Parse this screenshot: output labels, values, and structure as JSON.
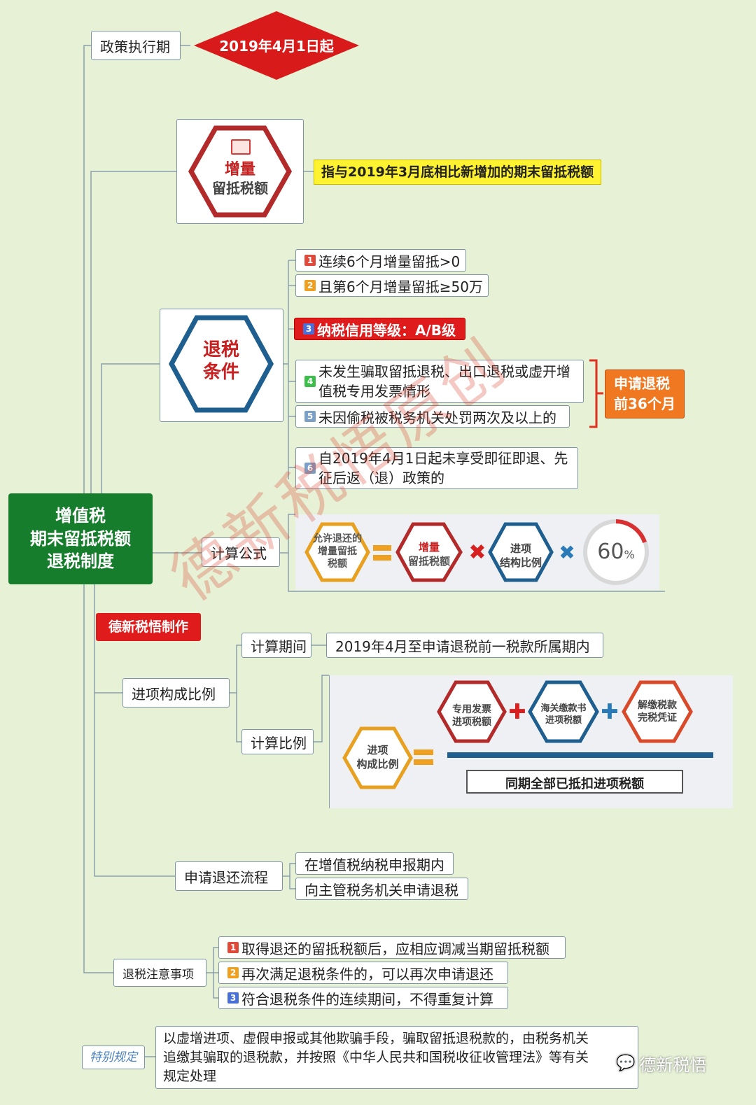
{
  "root": {
    "line1": "增值税",
    "line2": "期末留抵税额",
    "line3": "退税制度"
  },
  "policy": {
    "label": "政策执行期",
    "date": "2019年4月1日起"
  },
  "increment": {
    "hex_line1": "增量",
    "hex_line2": "留抵税额",
    "definition": "指与2019年3月底相比新增加的期末留抵税额"
  },
  "conditions": {
    "hex_line1": "退税",
    "hex_line2": "条件",
    "items": [
      {
        "num": "1",
        "text": "连续6个月增量留抵>0"
      },
      {
        "num": "2",
        "text": "且第6个月增量留抵≥50万"
      },
      {
        "num": "3",
        "text": "纳税信用等级：A/B级"
      },
      {
        "num": "4",
        "text_line1": "未发生骗取留抵退税、出口退税或虚开增",
        "text_line2": "值税专用发票情形"
      },
      {
        "num": "5",
        "text": "未因偷税被税务机关处罚两次及以上的"
      },
      {
        "num": "6",
        "text_line1": "自2019年4月1日起未享受即征即退、先",
        "text_line2": "征后返（退）政策的"
      }
    ],
    "bracket_line1": "申请退税",
    "bracket_line2": "前36个月"
  },
  "formula": {
    "label": "计算公式",
    "hex1": [
      "允许退还的",
      "增量留抵",
      "税额"
    ],
    "hex2": [
      "增量",
      "留抵税额"
    ],
    "hex3": [
      "进项",
      "结构比例"
    ],
    "percent": "60",
    "percent_unit": "%"
  },
  "tag": "德新税悟制作",
  "ratio": {
    "label": "进项构成比例",
    "period_label": "计算期间",
    "period_value": "2019年4月至申请退税前一税款所属期内",
    "calc_label": "计算比例",
    "left_hex": [
      "进项",
      "构成比例"
    ],
    "hex_a": [
      "专用发票",
      "进项税额"
    ],
    "hex_b": [
      "海关缴款书",
      "进项税额"
    ],
    "hex_c": [
      "解缴税款",
      "完税凭证"
    ],
    "denominator": "同期全部已抵扣进项税额"
  },
  "process": {
    "label": "申请退还流程",
    "step1": "在增值税纳税申报期内",
    "step2": "向主管税务机关申请退税"
  },
  "notes": {
    "label": "退税注意事项",
    "items": [
      {
        "num": "1",
        "text": "取得退还的留抵税额后，应相应调减当期留抵税额"
      },
      {
        "num": "2",
        "text": "再次满足退税条件的，可以再次申请退还"
      },
      {
        "num": "3",
        "text": "符合退税条件的连续期间，不得重复计算"
      }
    ]
  },
  "special": {
    "label": "特别规定",
    "line1": "以虚增进项、虚假申报或其他欺骗手段，骗取留抵退税款的，由税务机关",
    "line2": "追缴其骗取的退税款，并按照《中华人民共和国税收征收管理法》等有关",
    "line3": "规定处理"
  },
  "watermark": "德新税悟原创",
  "brand": "德新税悟"
}
